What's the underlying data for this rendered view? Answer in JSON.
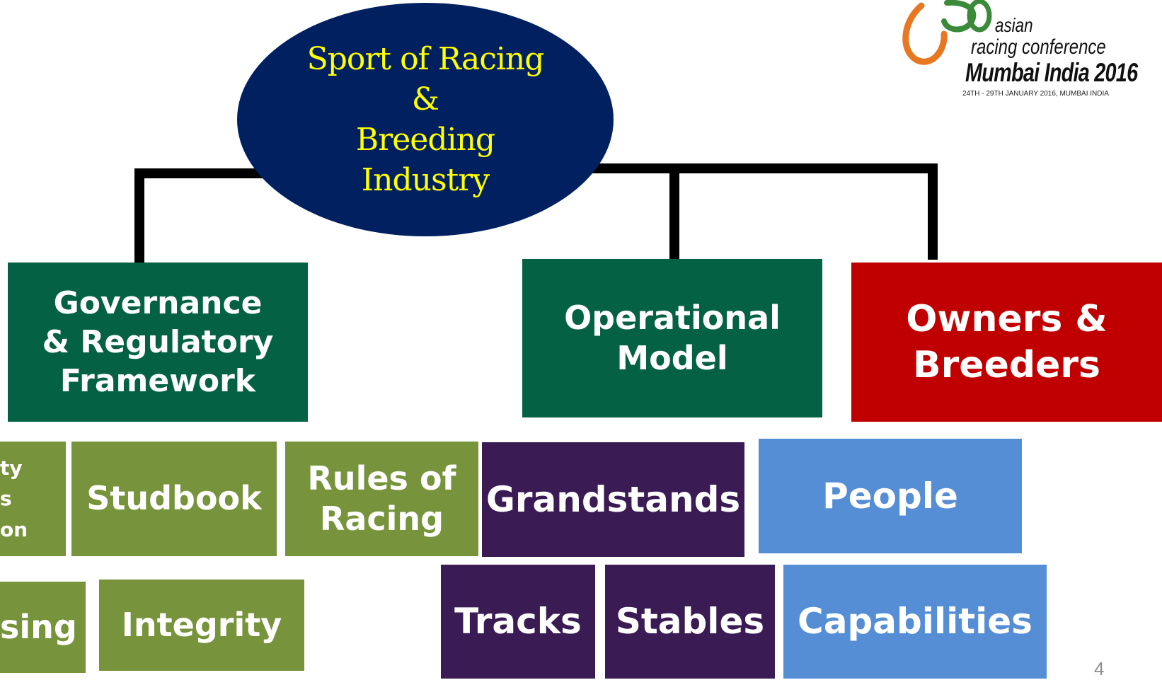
{
  "root": {
    "label": "Sport of Racing\n&\nBreeding\nIndustry"
  },
  "categories": {
    "governance": "Governance\n& Regulatory\nFramework",
    "operational": "Operational\nModel",
    "owners": "Owners &\nBreeders"
  },
  "governance_items": {
    "partial_top": "ty\ns\non",
    "studbook": "Studbook",
    "rules": "Rules of\nRacing",
    "partial_bottom": "sing",
    "integrity": "Integrity"
  },
  "operational_items": {
    "grandstands": "Grandstands",
    "tracks": "Tracks",
    "stables": "Stables"
  },
  "owners_items": {
    "people": "People",
    "capabilities": "Capabilities"
  },
  "logo": {
    "line1": "asian",
    "line2": "racing conference",
    "line3": "Mumbai India 2016",
    "line4": "24TH - 29TH JANUARY 2016, MUMBAI INDIA"
  },
  "slide_number": "4",
  "colors": {
    "root": "#002060",
    "root_text": "#ffff00",
    "category_green": "#056144",
    "category_red": "#c00000",
    "governance_items": "#77933c",
    "operational_items": "#3a1b54",
    "owners_items": "#558ed5"
  }
}
